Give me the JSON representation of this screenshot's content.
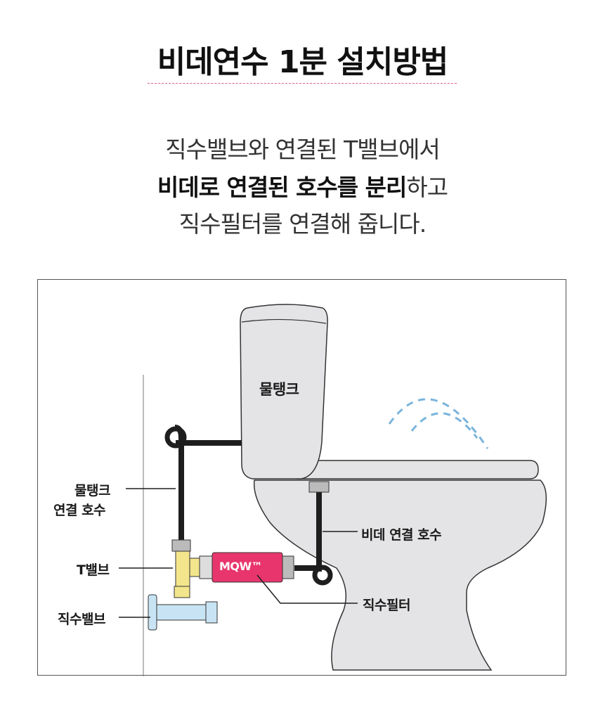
{
  "header": {
    "title": "비데연수 1분 설치방법"
  },
  "description": {
    "line1": "직수밸브와 연결된 T밸브에서",
    "line2_bold": "비데로 연결된 호수를 분리",
    "line2_rest": "하고",
    "line3": "직수필터를 연결해 줍니다."
  },
  "diagram": {
    "tank_label": "물탱크",
    "tank_hose_label_line1": "물탱크",
    "tank_hose_label_line2": "연결 호수",
    "bidet_hose_label": "비데 연결 호수",
    "t_valve_label": "T밸브",
    "direct_valve_label": "직수밸브",
    "filter_label": "직수필터",
    "filter_brand": "MQW™"
  },
  "colors": {
    "accent_dash": "#e0608a",
    "toilet_fill": "#e4e4e6",
    "filter_body": "#e8356d",
    "t_valve": "#f3e58c",
    "direct_valve": "#c8e4f4",
    "water_spray": "#7ab4dc"
  }
}
